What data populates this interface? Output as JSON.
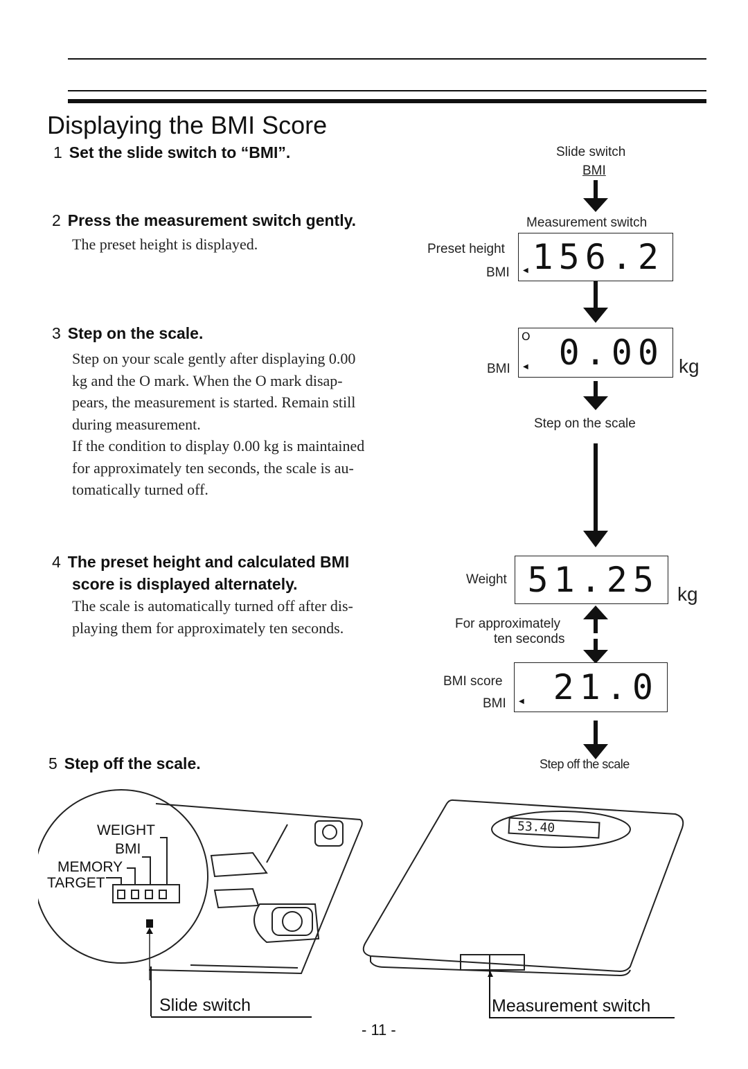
{
  "heading": "Displaying the BMI Score",
  "steps": [
    {
      "num": "1",
      "title": "Set the slide switch to “BMI”."
    },
    {
      "num": "2",
      "title": "Press the measurement switch gently.",
      "body": "The preset height is displayed."
    },
    {
      "num": "3",
      "title": "Step on the scale.",
      "body_lines": [
        "Step on your scale gently after displaying 0.00",
        "kg and the O mark. When the O mark disap-",
        "pears, the measurement is started. Remain still",
        "during measurement.",
        "If the condition to display 0.00 kg is maintained",
        "for approximately ten seconds, the scale is au-",
        "tomatically turned off."
      ]
    },
    {
      "num": "4",
      "title_line1": "The preset height and calculated BMI",
      "title_line2": "score is displayed alternately.",
      "body_lines": [
        "The scale is automatically turned off after dis-",
        "playing them for approximately ten seconds."
      ]
    },
    {
      "num": "5",
      "title": "Step off the scale."
    }
  ],
  "diagram": {
    "slide_switch": "Slide switch",
    "slide_switch_pos": "BMI",
    "measurement_switch": "Measurement switch",
    "preset_height": "Preset height",
    "bmi": "BMI",
    "displays": {
      "height": "156.2",
      "zero": "0.00",
      "weight": "51.25",
      "bmi_score": "21.0"
    },
    "kg": "kg",
    "step_on": "Step on the scale",
    "weight": "Weight",
    "alt_line1": "For approximately",
    "alt_line2": "ten seconds",
    "bmi_score": "BMI score",
    "step_off": "Step off the scale",
    "mark": "O"
  },
  "illustration": {
    "switch_labels": [
      "WEIGHT",
      "BMI",
      "MEMORY",
      "TARGET"
    ],
    "scale_display": "53.40",
    "slide_switch": "Slide switch",
    "measurement_switch": "Measurement switch"
  },
  "page_number": "- 11 -"
}
